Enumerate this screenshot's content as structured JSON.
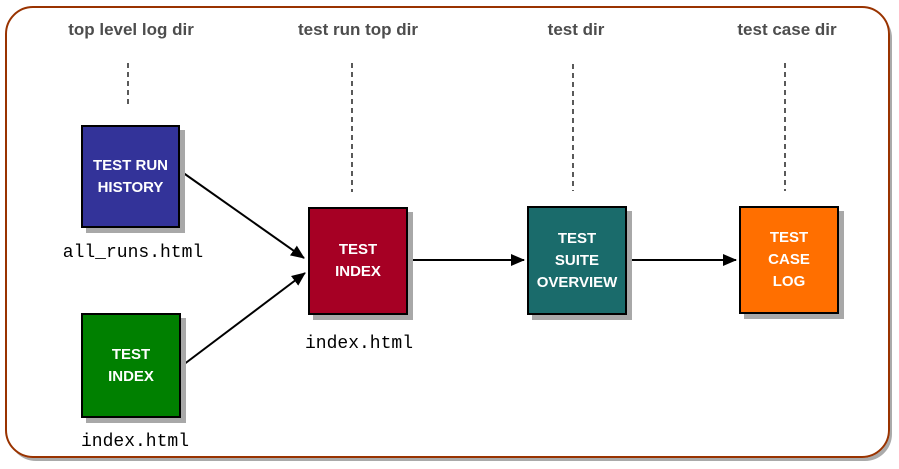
{
  "diagram": {
    "columns": [
      {
        "label": "top level log dir"
      },
      {
        "label": "test run top dir"
      },
      {
        "label": "test dir"
      },
      {
        "label": "test case dir"
      }
    ],
    "nodes": {
      "run_history": {
        "label": "TEST RUN\nHISTORY",
        "color": "#333399",
        "file": "all_runs.html"
      },
      "top_index": {
        "label": "TEST\nINDEX",
        "color": "#008000",
        "file": "index.html"
      },
      "run_index": {
        "label": "TEST\nINDEX",
        "color": "#A60024",
        "file": "index.html"
      },
      "suite_overview": {
        "label": "TEST\nSUITE\nOVERVIEW",
        "color": "#1A6B6B"
      },
      "case_log": {
        "label": "TEST\nCASE\nLOG",
        "color": "#FF6F00"
      }
    },
    "frame_color": "#993300",
    "header_color": "#4d4d4d"
  }
}
